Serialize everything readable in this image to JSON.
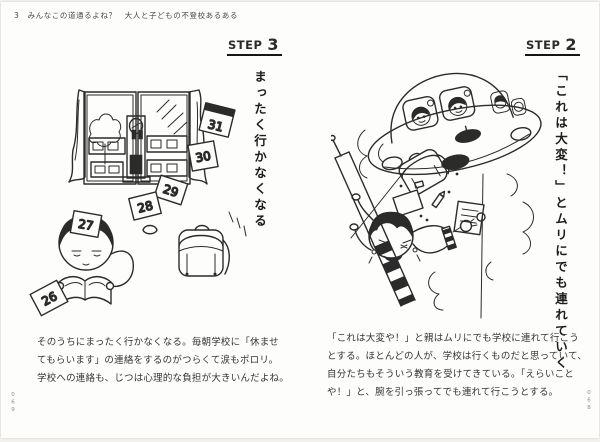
{
  "book": {
    "running_header": "3　みんなこの道通るよね？　大人と子どもの不登校あるある",
    "ink_color": "#2b2b2b",
    "paper_color": "#fdfdfb"
  },
  "left_page": {
    "step_label": "STEP",
    "step_number": "3",
    "headline": "まったく行かなくなる",
    "body_lines": [
      "そのうちにまったく行かなくなる。毎朝学校に「休ませ",
      "てもらいます」の連絡をするのがつらくて涙もポロリ。",
      "学校への連絡も、じつは心理的な負担が大きいんだよね。"
    ],
    "page_number": "069",
    "illustration": {
      "name": "child-reading-while-calendar-days-fly-by",
      "calendar_sheets": [
        "31",
        "30",
        "29",
        "28",
        "27",
        "26"
      ]
    }
  },
  "right_page": {
    "step_label": "STEP",
    "step_number": "2",
    "headline": "「これは大変！」とムリにでも連れていく",
    "body_lines": [
      "「これは大変や！」と親はムリにでも学校に連れて行こう",
      "とする。ほとんどの人が、学校は行くものだと思っていて、",
      "自分たちもそういう教育を受けてきている。「えらいこと",
      "や！」と、腕を引っ張ってでも連れて行こうとする。"
    ],
    "page_number": "068",
    "illustration": {
      "name": "school-ufo-beaming-up-crying-child"
    }
  }
}
